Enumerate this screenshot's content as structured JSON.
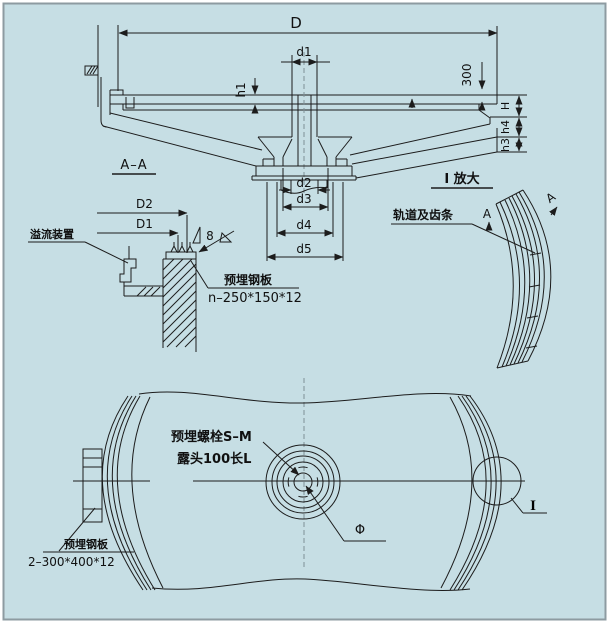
{
  "colors": {
    "background": "#c6dee4",
    "frame_border": "#8d9ba1",
    "line": "#1c1c1c",
    "centerline": "#7e9096",
    "text": "#101010"
  },
  "section_view": {
    "title": "A–A",
    "dims": {
      "D": "D",
      "d1": "d1",
      "d2": "d2",
      "d3": "d3",
      "d4": "d4",
      "d5": "d5",
      "h1": "h1",
      "v300": "300",
      "H": "H",
      "h4": "h4",
      "h3": "h3"
    }
  },
  "pier_detail": {
    "dims": {
      "D2": "D2",
      "D1": "D1"
    },
    "overflow_label": "溢流装置",
    "weld_size": "8",
    "embedded_plate_label": "预埋钢板",
    "embedded_plate_spec": "n–250*150*12"
  },
  "track_detail": {
    "title": "I 放大",
    "track_label": "轨道及齿条",
    "section_arrow": "A"
  },
  "plan_view": {
    "bolt_note_line1": "预埋螺栓S–M",
    "bolt_note_line2": "露头100长L",
    "diameter_symbol": "Φ",
    "detail_mark": "I",
    "embedded_plate_label": "预埋钢板",
    "embedded_plate_spec": "2–300*400*12"
  }
}
